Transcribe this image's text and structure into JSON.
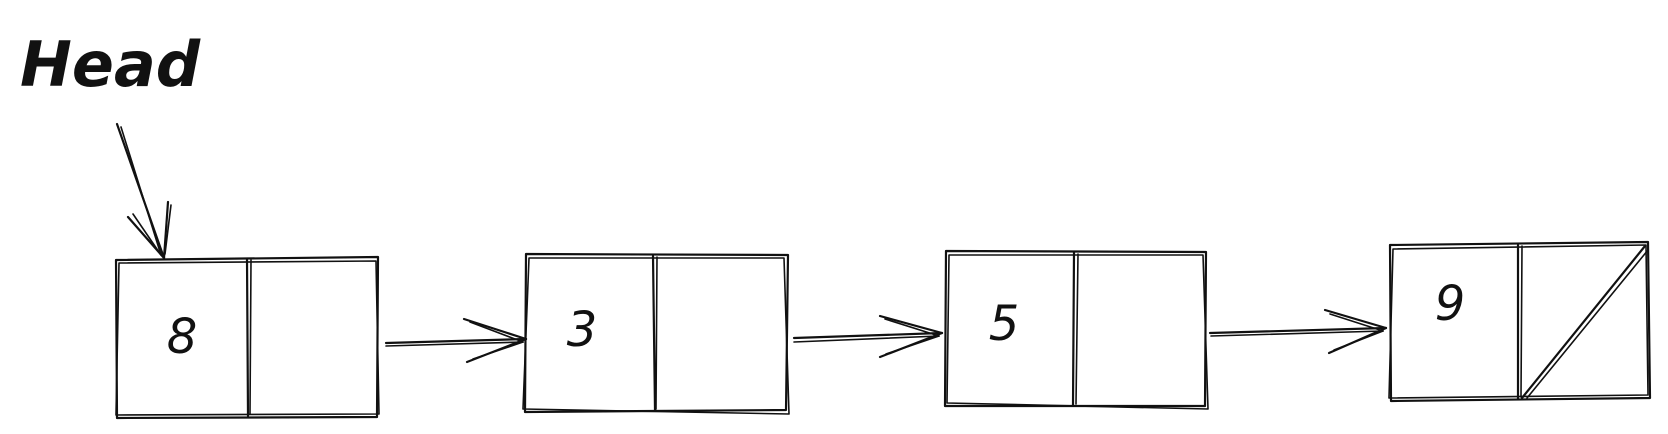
{
  "diagram": {
    "head_label": "Head",
    "nodes": [
      {
        "value": "8",
        "next": "3"
      },
      {
        "value": "3",
        "next": "5"
      },
      {
        "value": "5",
        "next": "9"
      },
      {
        "value": "9",
        "next": null
      }
    ],
    "stroke_color": "#111111",
    "background_color": "#ffffff"
  }
}
